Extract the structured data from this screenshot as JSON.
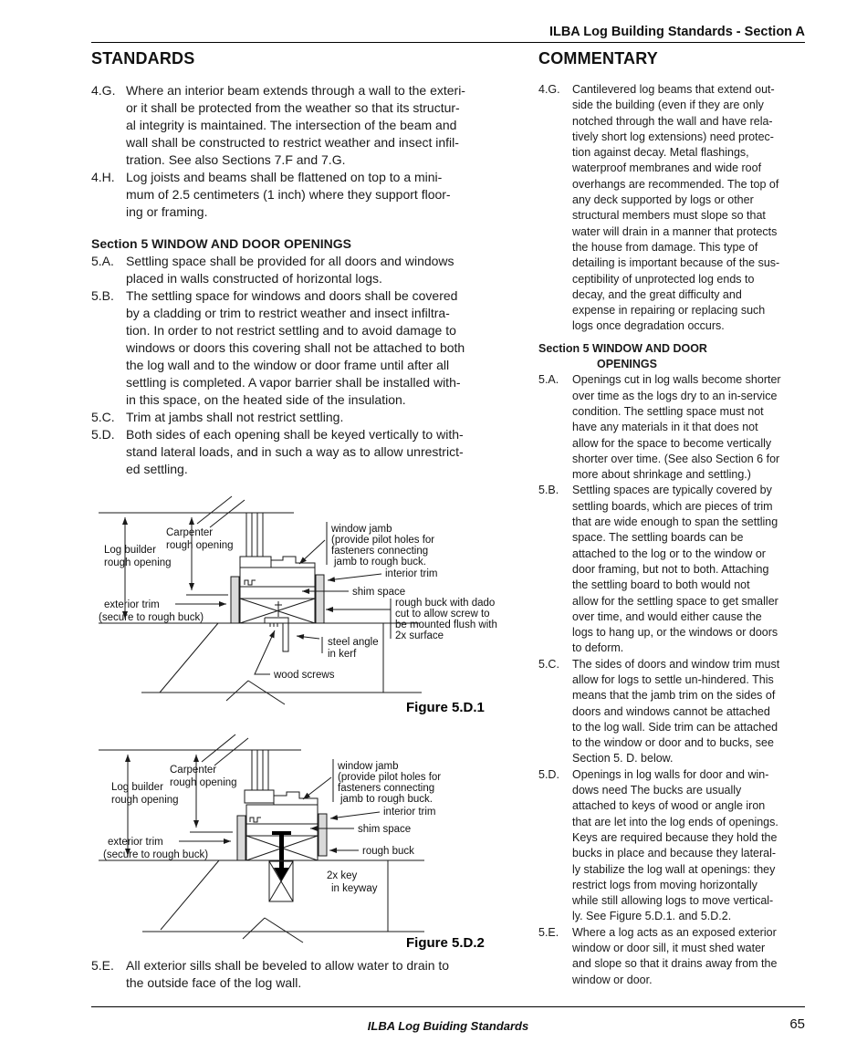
{
  "page": {
    "header_title": "ILBA Log Building Standards - Section A",
    "footer_title": "ILBA Log Buiding Standards",
    "page_number": "65"
  },
  "standards": {
    "heading": "STANDARDS",
    "items": [
      {
        "num": "4.G.",
        "text": "Where an interior beam extends through a wall to the exteri-\nor it shall be protected from the weather so that its structur-\nal integrity is maintained. The intersection of the beam and\nwall shall be constructed to restrict weather and insect infil-\ntration. See also Sections 7.F and 7.G."
      },
      {
        "num": "4.H.",
        "text": "Log joists and beams shall be flattened on top to a mini-\nmum of 2.5 centimeters (1 inch) where they support floor-\ning or framing."
      }
    ],
    "section_heading": "Section 5 WINDOW AND DOOR OPENINGS",
    "section_items": [
      {
        "num": "5.A.",
        "text": "Settling space shall be provided for all doors and windows\nplaced in walls constructed of horizontal logs."
      },
      {
        "num": "5.B.",
        "text": "The settling space for windows and doors shall be covered\nby a cladding or trim to restrict weather and insect infiltra-\ntion. In order to not restrict settling and to avoid damage to\nwindows or doors this covering shall not be attached to both\nthe log wall and to the window or door frame until after all\nsettling is completed. A vapor barrier shall be installed with-\nin this space, on the heated side of the insulation."
      },
      {
        "num": "5.C.",
        "text": "Trim at jambs shall not restrict settling."
      },
      {
        "num": "5.D.",
        "text": "Both sides of each opening shall be keyed vertically to with-\nstand lateral loads, and in such a way as to allow unrestrict-\ned settling."
      }
    ],
    "item_5e": {
      "num": "5.E.",
      "text": "All exterior sills shall be beveled to allow water to drain to\nthe outside face of the log wall."
    }
  },
  "commentary": {
    "heading": "COMMENTARY",
    "items": [
      {
        "num": "4.G.",
        "text": "Cantilevered log beams that extend out-\nside the building (even if they are only\nnotched through the wall and have rela-\ntively short log extensions) need protec-\ntion against decay. Metal flashings,\nwaterproof membranes and wide roof\noverhangs are recommended. The top of\nany deck supported by logs or other\nstructural members must slope so that\nwater will drain in a manner that protects\nthe house from damage. This type of\ndetailing is important because of the sus-\nceptibility of unprotected log ends to\ndecay, and the great difficulty and\nexpense in repairing or replacing such\nlogs once degradation occurs."
      }
    ],
    "section_heading_line1": "Section 5  WINDOW AND DOOR",
    "section_heading_line2": "OPENINGS",
    "section_items": [
      {
        "num": "5.A.",
        "text": "Openings cut in log walls become shorter\nover time as the logs dry to an in-service\ncondition. The settling space must not\nhave any materials in it that does not\nallow for the space to become vertically\nshorter over time. (See also Section 6 for\nmore about shrinkage and settling.)"
      },
      {
        "num": "5.B.",
        "text": "Settling spaces are typically covered by\nsettling boards, which are pieces of trim\nthat are wide enough to span the settling\nspace. The settling boards can be\nattached to the log or to the window or\ndoor framing, but not to both. Attaching\nthe settling board to both would not\nallow for the settling space to get smaller\nover time, and would either cause the\nlogs to hang up, or the windows or doors\nto deform."
      },
      {
        "num": "5.C.",
        "text": "The sides of doors and window trim must\nallow for logs to settle un-hindered. This\nmeans that the jamb trim on the sides of\ndoors and windows cannot be attached\nto the log wall. Side trim can be attached\nto the window or door and to bucks, see\nSection 5. D. below."
      },
      {
        "num": "5.D.",
        "text": "Openings in log walls for door and win-\ndows need The bucks are usually\nattached to keys of wood or angle iron\nthat are let into the log ends of openings.\nKeys are required because they hold the\nbucks in place and because they lateral-\nly stabilize the log wall at openings: they\nrestrict logs from moving horizontally\nwhile still allowing logs to move vertical-\nly. See Figure 5.D.1. and 5.D.2."
      },
      {
        "num": "5.E.",
        "text": "Where a log acts as an exposed exterior\nwindow or door sill, it must shed water\nand slope so that it drains away from the\nwindow or door."
      }
    ]
  },
  "figure1": {
    "caption": "Figure 5.D.1",
    "labels": {
      "carpenter": [
        "Carpenter",
        "rough opening"
      ],
      "log_builder": [
        "Log builder",
        "rough opening"
      ],
      "window_jamb": [
        "window jamb",
        "(provide pilot holes for",
        "fasteners connecting",
        "jamb to rough buck."
      ],
      "interior_trim": "interior trim",
      "shim_space": "shim space",
      "exterior_trim": [
        "exterior trim",
        "(secure to rough buck)"
      ],
      "rough_buck": [
        "rough buck with dado",
        "cut to allow screw to",
        "be mounted flush with",
        "2x surface"
      ],
      "steel_angle": [
        "steel angle",
        "in kerf"
      ],
      "wood_screws": "wood screws"
    }
  },
  "figure2": {
    "caption": "Figure 5.D.2",
    "labels": {
      "carpenter": [
        "Carpenter",
        "rough opening"
      ],
      "log_builder": [
        "Log builder",
        "rough opening"
      ],
      "window_jamb": [
        "window jamb",
        "(provide pilot holes for",
        "fasteners connecting",
        "jamb to rough buck."
      ],
      "interior_trim": "interior trim",
      "shim_space": "shim space",
      "exterior_trim": [
        "exterior trim",
        "(secure to rough buck)"
      ],
      "rough_buck": "rough buck",
      "key": [
        "2x  key",
        "in keyway"
      ]
    }
  }
}
